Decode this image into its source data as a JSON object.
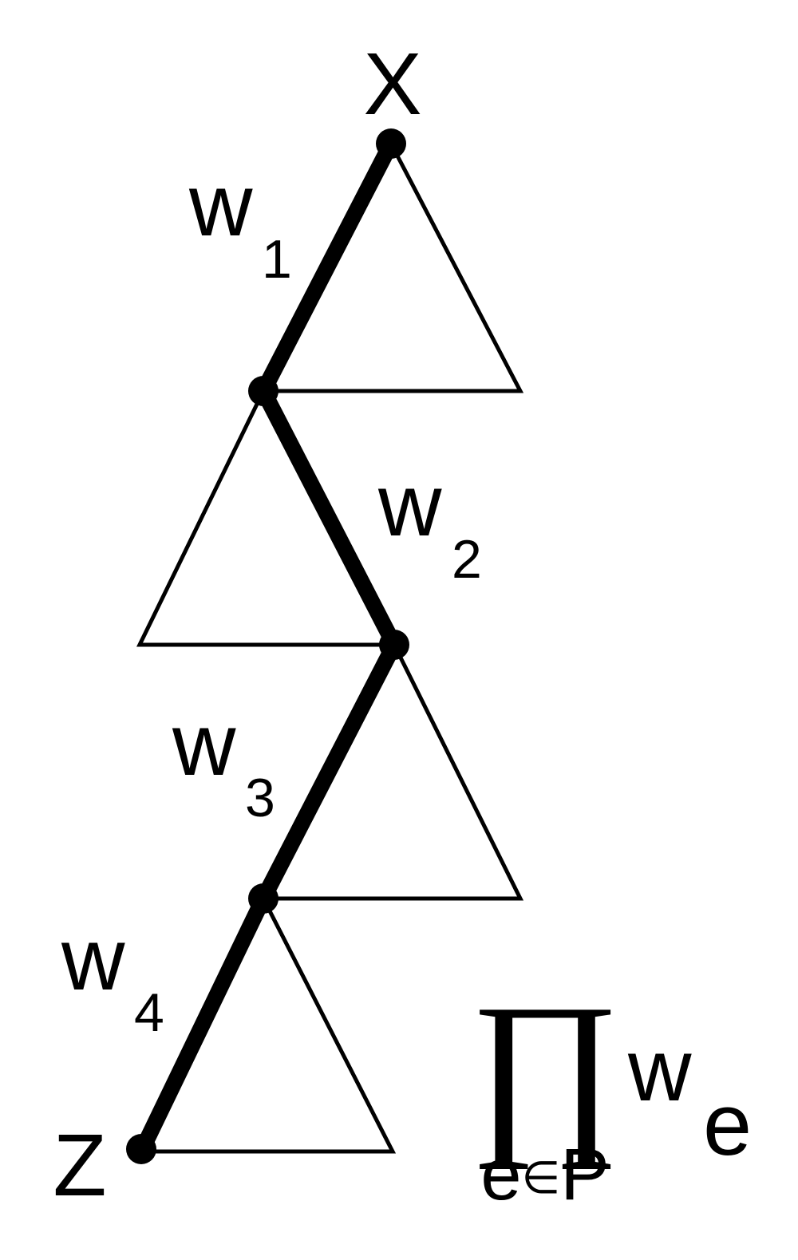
{
  "nodes": {
    "top": "X",
    "bottom": "Z"
  },
  "edges": [
    {
      "w": "w",
      "sub": "1"
    },
    {
      "w": "w",
      "sub": "2"
    },
    {
      "w": "w",
      "sub": "3"
    },
    {
      "w": "w",
      "sub": "4"
    }
  ],
  "formula": {
    "operator": "∏",
    "index_var": "e",
    "index_rel": "∈",
    "index_set": "P",
    "factor": "w",
    "factor_sub": "e"
  }
}
